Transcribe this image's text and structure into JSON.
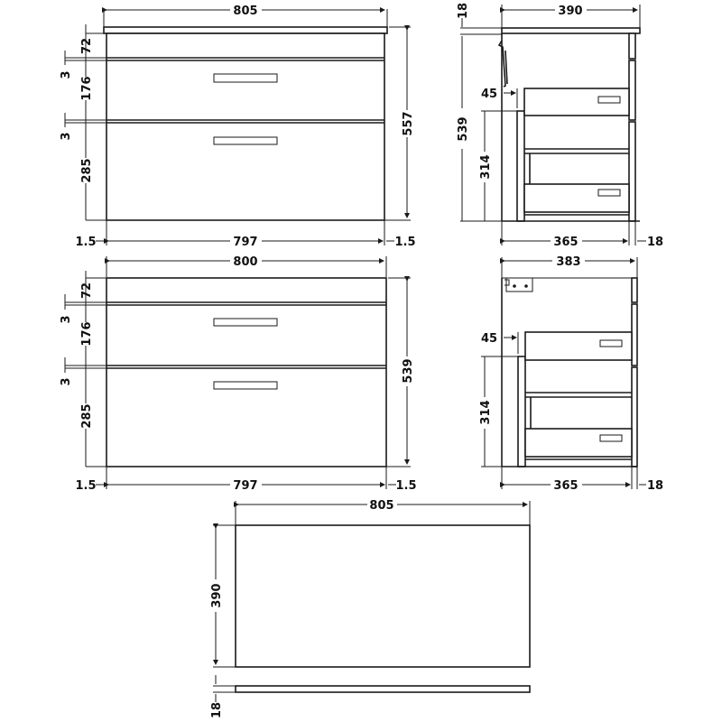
{
  "front_view_with_top": {
    "overall_width": "805",
    "overall_height": "557",
    "top_section_height": "72",
    "gap_1": "3",
    "drawer_1_height": "176",
    "gap_2": "3",
    "drawer_2_height": "285",
    "bottom_width": "797",
    "left_margin": "1.5",
    "right_margin": "1.5"
  },
  "side_view_with_top": {
    "top_thickness": "18",
    "overall_depth": "390",
    "height": "539",
    "drawer_setback": "45",
    "lower_height": "314",
    "carcass_depth": "365",
    "front_thickness": "18"
  },
  "front_view_no_top": {
    "overall_width": "800",
    "overall_height": "539",
    "top_section_height": "72",
    "gap_1": "3",
    "drawer_1_height": "176",
    "gap_2": "3",
    "drawer_2_height": "285",
    "bottom_width": "797",
    "left_margin": "1.5",
    "right_margin": "1.5"
  },
  "side_view_no_top": {
    "overall_depth": "383",
    "drawer_setback": "45",
    "lower_height": "314",
    "carcass_depth": "365",
    "front_thickness": "18"
  },
  "worktop_view": {
    "width": "805",
    "depth": "390",
    "thickness": "18"
  }
}
